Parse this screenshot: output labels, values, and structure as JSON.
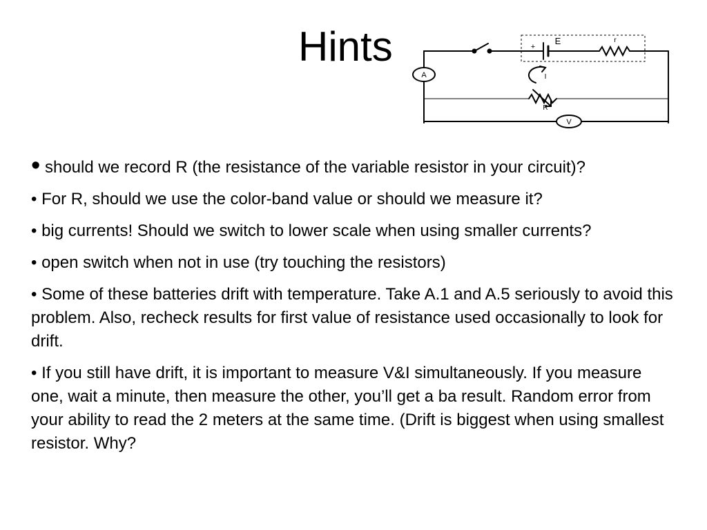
{
  "slide": {
    "title": "Hints"
  },
  "diagram": {
    "battery_label": "E",
    "battery_plus": "+",
    "internal_resistor_label": "r",
    "ammeter_label": "A",
    "current_label": "I",
    "variable_resistor_label": "R",
    "voltmeter_label": "V"
  },
  "bullets": [
    {
      "marker": "•",
      "text": " should we record R (the resistance of the variable resistor in your circuit)?"
    },
    {
      "marker": "•",
      "text": " For R, should we use the color-band value or should we measure it?"
    },
    {
      "marker": "•",
      "text": " big currents!  Should we switch to lower scale when using smaller currents?"
    },
    {
      "marker": "•",
      "text": " open switch when not in use (try touching the resistors)"
    },
    {
      "marker": "•",
      "text": " Some of these batteries drift with temperature.  Take A.1 and A.5 seriously to avoid this problem.  Also, recheck results for first value of resistance used occasionally to look for drift."
    },
    {
      "marker": "•",
      "text": " If you still have drift, it is important to measure V&I simultaneously.  If you measure one, wait a minute, then measure the other, you’ll get a ba result.  Random error from your ability to read the 2 meters at the same time.  (Drift is biggest when using smallest resistor.  Why?"
    }
  ]
}
